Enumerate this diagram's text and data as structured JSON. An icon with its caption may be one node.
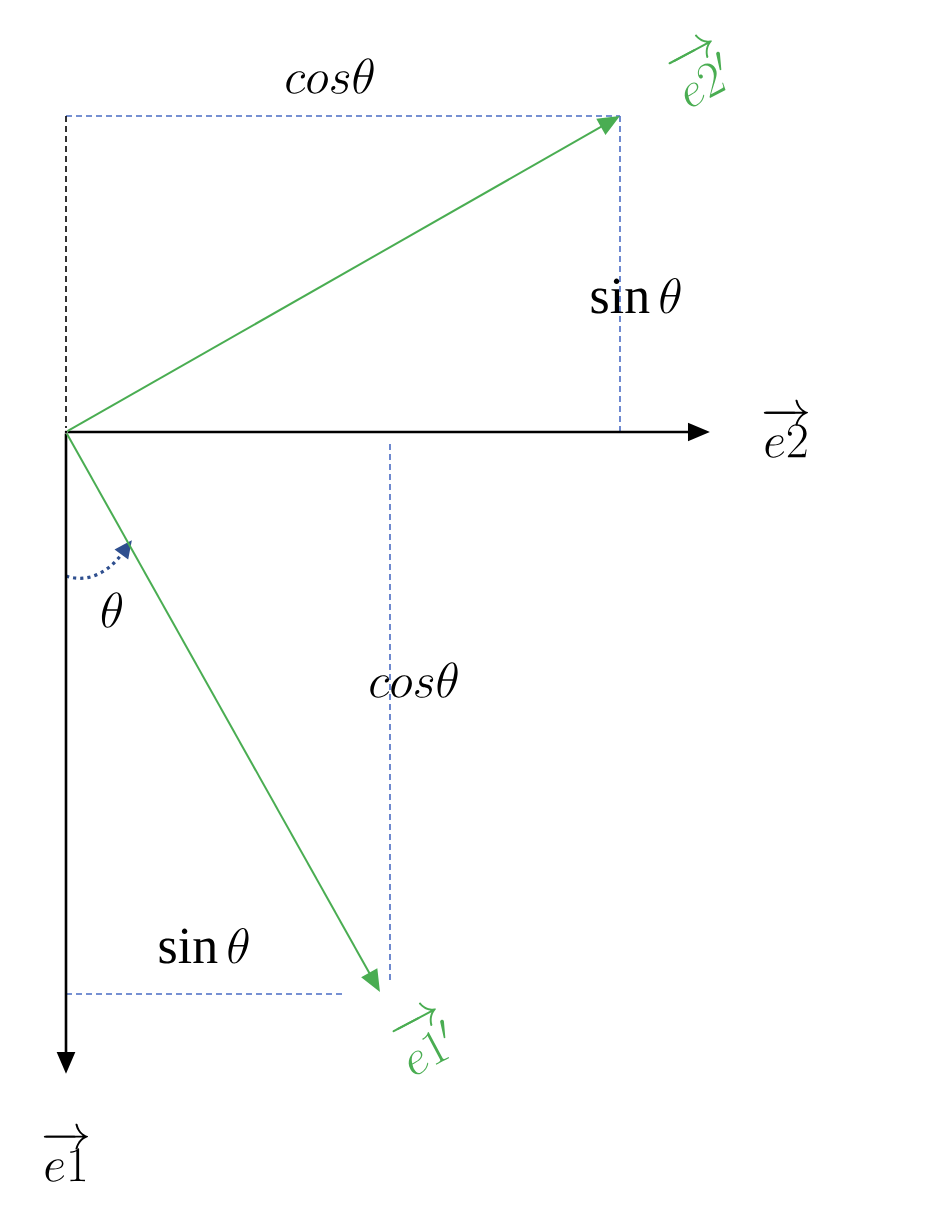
{
  "diagram": {
    "nodes": [
      {
        "text": [],
        "shape": "point"
      },
      {
        "text": [
          "\\overrightarrow{e2}"
        ]
      },
      {
        "text": [
          "\\overrightarrow{e1}"
        ]
      },
      {
        "text": [
          "\\overrightarrow{e2'}"
        ]
      },
      {
        "text": [
          "\\overrightarrow{e1'}"
        ]
      }
    ],
    "edges": [
      {
        "from": 0,
        "to": 1,
        "arrow": "to"
      },
      {
        "from": 0,
        "to": 2,
        "arrow": "to"
      },
      {
        "from": 0,
        "to": 3,
        "arrow": "to",
        "color": "#4aad52"
      },
      {
        "from": 0,
        "to": 4,
        "arrow": "to",
        "color": "#4aad52"
      }
    ],
    "labels": [
      "cos\\theta",
      "\\sin\\theta",
      "\\theta",
      "cos\\theta",
      "\\sin\\theta"
    ]
  }
}
